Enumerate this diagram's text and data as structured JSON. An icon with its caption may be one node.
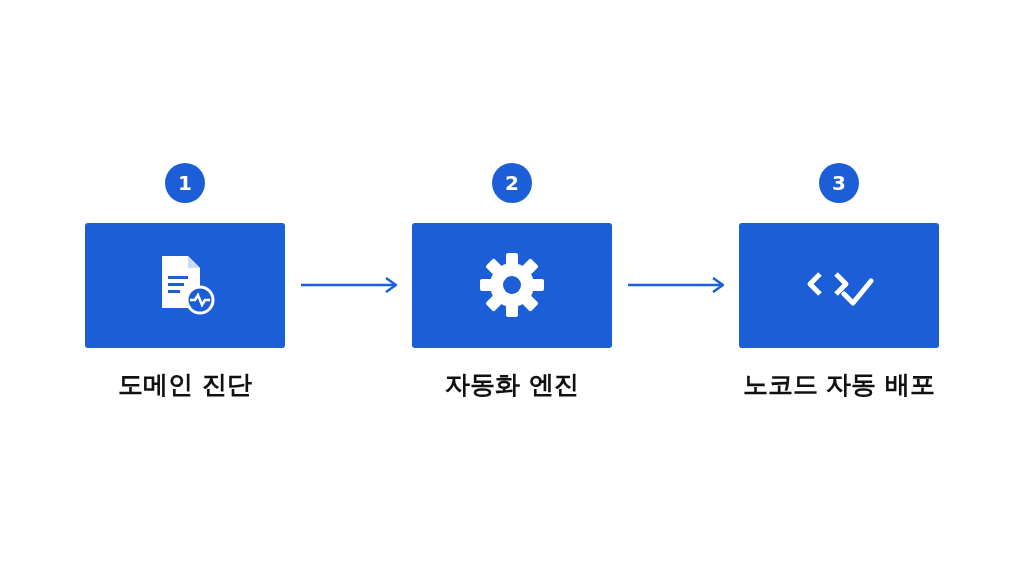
{
  "diagram": {
    "nodes": [
      {
        "text": [
          "도메인 진단"
        ],
        "beside": [
          "1"
        ]
      },
      {
        "text": [
          "자동화 엔진"
        ],
        "beside": [
          "2"
        ]
      },
      {
        "text": [
          "노코드 자동 배포"
        ],
        "beside": [
          "3"
        ]
      }
    ],
    "edges": [
      {
        "from": 0,
        "to": 1,
        "arrow": "to"
      },
      {
        "from": 1,
        "to": 2,
        "arrow": "to"
      }
    ]
  }
}
